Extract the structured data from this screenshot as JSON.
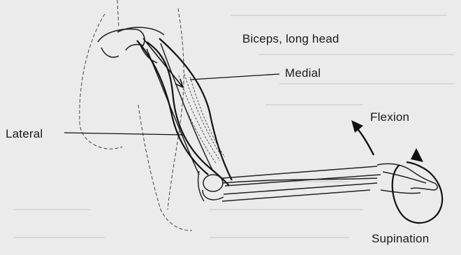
{
  "labels": {
    "biceps_long_head": "Biceps, long head",
    "medial": "Medial",
    "lateral": "Lateral",
    "flexion": "Flexion",
    "supination": "Supination"
  },
  "colors": {
    "background": "#ebebeb",
    "ink": "#1a1a1a"
  }
}
